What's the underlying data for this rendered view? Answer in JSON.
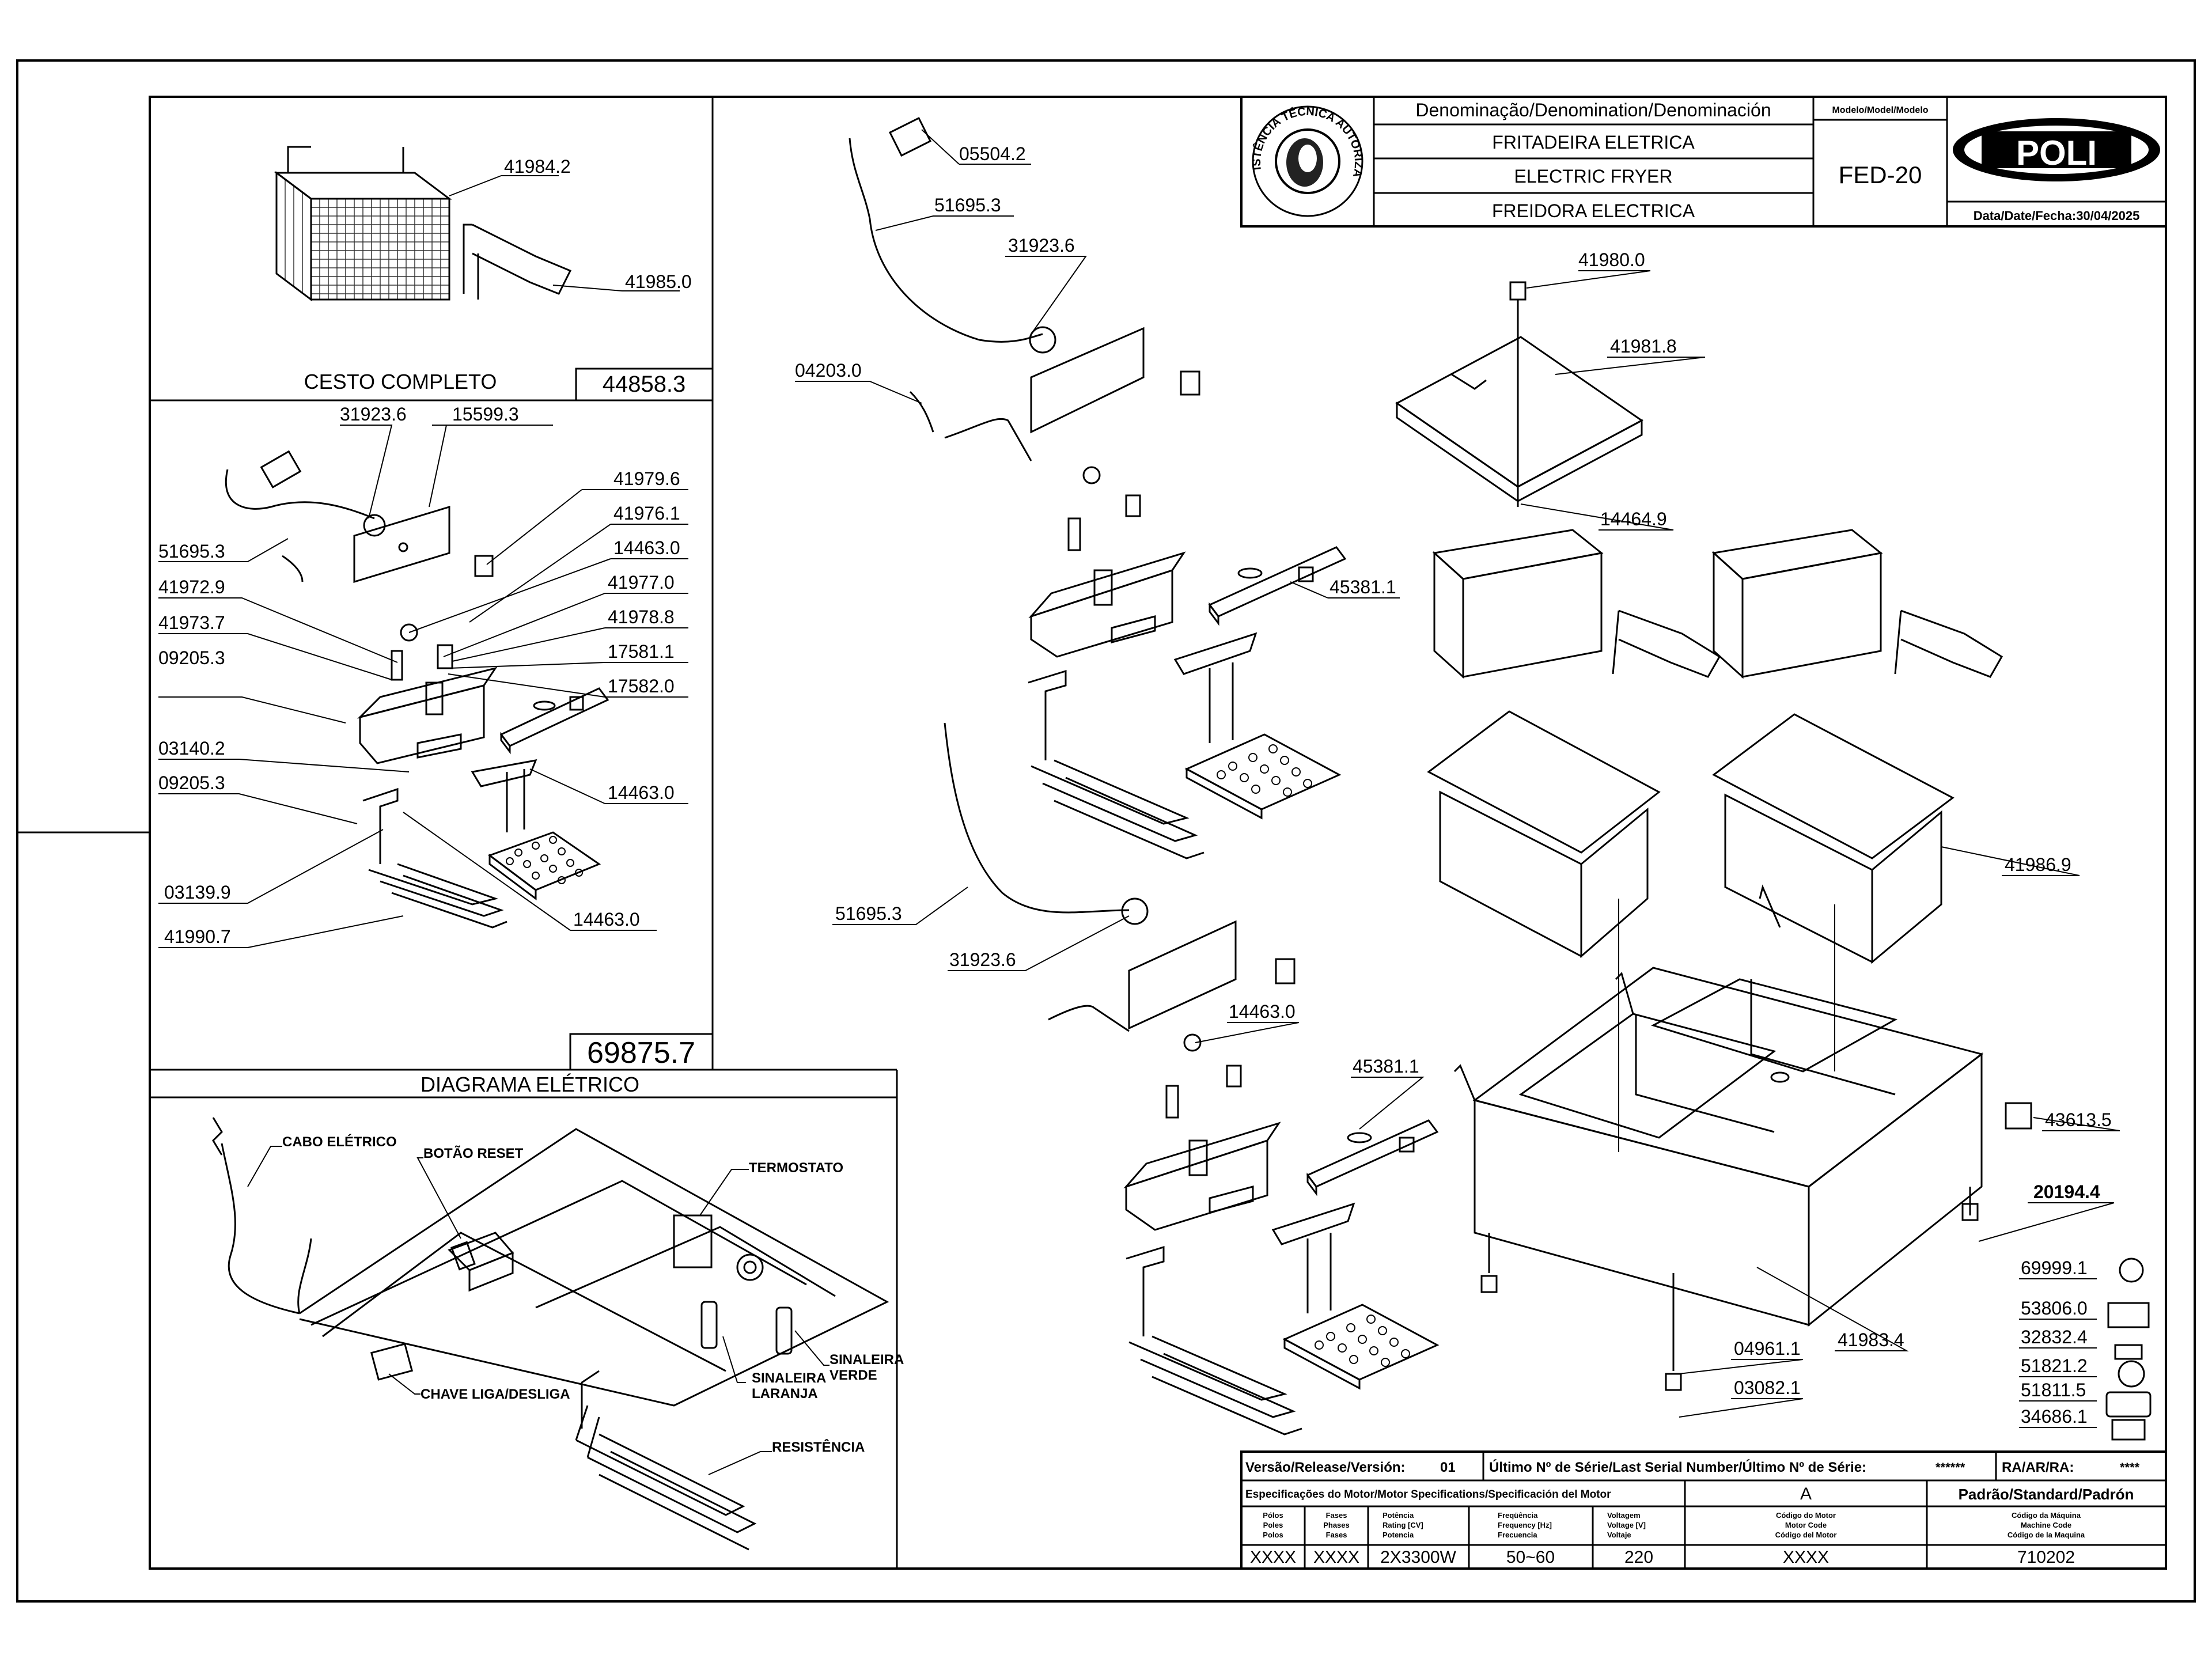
{
  "title_block": {
    "denomination_header": "Denominação/Denomination/Denominación",
    "name_pt": "FRITADEIRA ELETRICA",
    "name_en": "ELECTRIC FRYER",
    "name_es": "FREIDORA ELECTRICA",
    "model_header": "Modelo/Model/Modelo",
    "model": "FED-20",
    "brand": "POLI",
    "date_label": "Data/Date/Fecha:30/04/2025",
    "stamp_text": "ASSISTÊNCIA TÉCNICA AUTORIZADA"
  },
  "sections": {
    "basket_title": "CESTO COMPLETO",
    "basket_code": "44858.3",
    "assembly_code": "69875.7",
    "diagram_title": "DIAGRAMA ELÉTRICO"
  },
  "wiring_labels": {
    "cable": "CABO ELÉTRICO",
    "reset": "BOTÃO RESET",
    "thermostat": "TERMOSTATO",
    "green_1": "SINALEIRA",
    "green_2": "VERDE",
    "orange_1": "SINALEIRA",
    "orange_2": "LARANJA",
    "switch": "CHAVE LIGA/DESLIGA",
    "heater": "RESISTÊNCIA"
  },
  "parts": {
    "p41984": "41984.2",
    "p41985": "41985.0",
    "l31923": "31923.6",
    "l15599": "15599.3",
    "l41979": "41979.6",
    "l41976": "41976.1",
    "l51695": "51695.3",
    "l14463a": "14463.0",
    "l41977": "41977.0",
    "l41972": "41972.9",
    "l41978": "41978.8",
    "l41973": "41973.7",
    "l17581": "17581.1",
    "l09205a": "09205.3",
    "l17582": "17582.0",
    "l03140": "03140.2",
    "l09205b": "09205.3",
    "l14463b": "14463.0",
    "l03139": "03139.9",
    "l41990": "41990.7",
    "l14463c": "14463.0",
    "m05504": "05504.2",
    "m51695a": "51695.3",
    "m31923a": "31923.6",
    "m04203": "04203.0",
    "m45381a": "45381.1",
    "m51695b": "51695.3",
    "m31923b": "31923.6",
    "m14463": "14463.0",
    "m45381b": "45381.1",
    "r41980": "41980.0",
    "r41981": "41981.8",
    "r14464": "14464.9",
    "r41986": "41986.9",
    "r43613": "43613.5",
    "r20194": "20194.4",
    "r69999": "69999.1",
    "r53806": "53806.0",
    "r32832": "32832.4",
    "r51821": "51821.2",
    "r51811": "51811.5",
    "r34686": "34686.1",
    "r41983": "41983.4",
    "r04961": "04961.1",
    "r03082": "03082.1"
  },
  "spec_table": {
    "version_label": "Versão/Release/Versión:",
    "version": "01",
    "serial_label": "Último Nº de Série/Last Serial Number/Último Nº de Série:",
    "serial": "******",
    "ra_label": "RA/AR/RA:",
    "ra": "****",
    "motor_spec_label": "Especificações do Motor/Motor Specifications/Specificación del Motor",
    "motor_code_letter": "A",
    "standard_label": "Padrão/Standard/Padrón",
    "col_poles": [
      "Pólos",
      "Poles",
      "Polos"
    ],
    "col_phases": [
      "Fases",
      "Phases",
      "Fases"
    ],
    "col_power": [
      "Potência",
      "Rating [CV]",
      "Potencia"
    ],
    "col_freq": [
      "Freqüência",
      "Frequency [Hz]",
      "Frecuencia"
    ],
    "col_voltage": [
      "Voltagem",
      "Voltage [V]",
      "Voltaje"
    ],
    "col_motor_code": [
      "Código do Motor",
      "Motor Code",
      "Código del Motor"
    ],
    "col_machine_code": [
      "Código da Máquina",
      "Machine Code",
      "Código de la Maquina"
    ],
    "poles": "XXXX",
    "phases": "XXXX",
    "power": "2X3300W",
    "frequency": "50~60",
    "voltage": "220",
    "motor_code": "XXXX",
    "machine_code": "710202"
  }
}
